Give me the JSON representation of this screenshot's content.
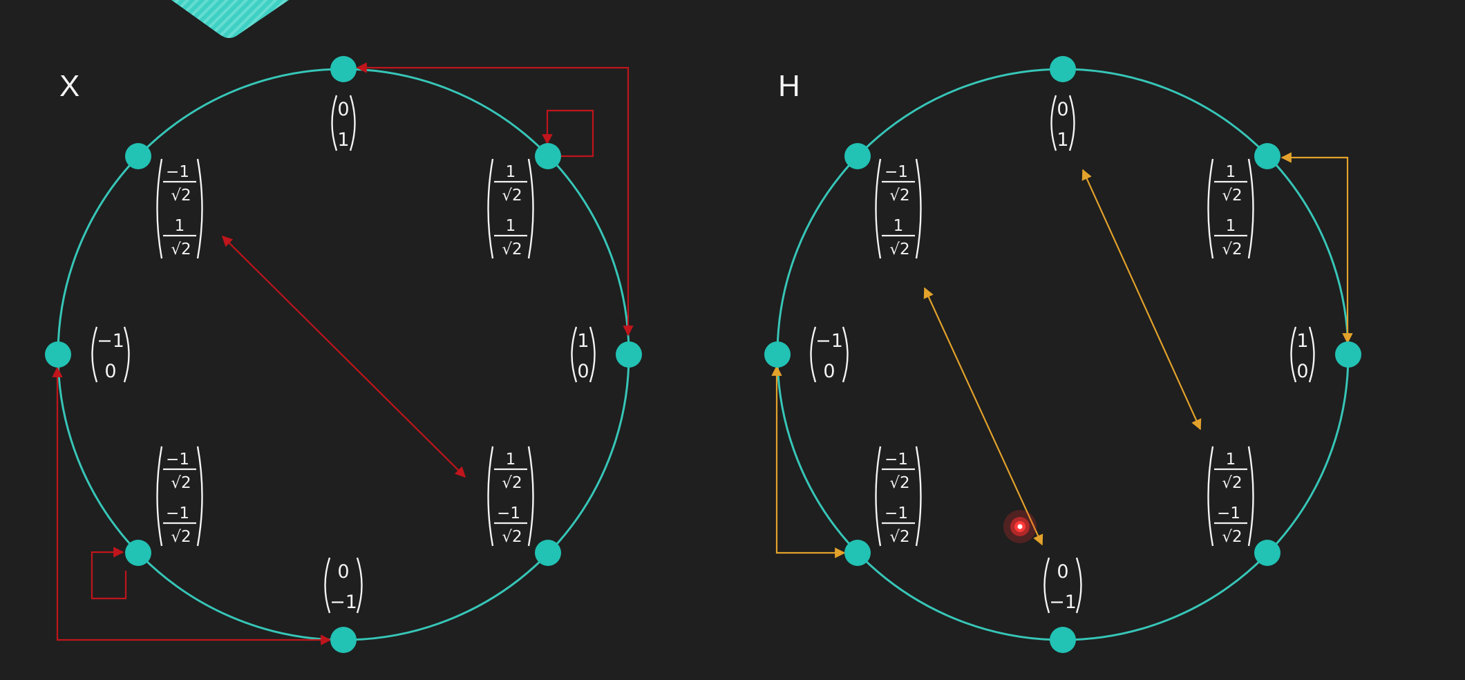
{
  "colors": {
    "background": "#1f1f1f",
    "circle": "#37c6b8",
    "node": "#22c2b4",
    "x_arrow": "#c0151c",
    "h_arrow": "#e3a22b",
    "logo": "#3fd0c4",
    "cursor": "#ff2d2d"
  },
  "logo": {
    "icon": "striped-teal-logo-icon"
  },
  "panels": [
    {
      "id": "x",
      "title": "X",
      "states": [
        {
          "id": "up",
          "top": "0",
          "bottom": "1"
        },
        {
          "id": "up-right",
          "top": "1/√2",
          "bottom": "1/√2"
        },
        {
          "id": "right",
          "top": "1",
          "bottom": "0"
        },
        {
          "id": "down-right",
          "top": "1/√2",
          "bottom": "−1/√2"
        },
        {
          "id": "down",
          "top": "0",
          "bottom": "−1"
        },
        {
          "id": "down-left",
          "top": "−1/√2",
          "bottom": "−1/√2"
        },
        {
          "id": "left",
          "top": "−1",
          "bottom": "0"
        },
        {
          "id": "up-left",
          "top": "−1/√2",
          "bottom": "1/√2"
        }
      ],
      "mappings": [
        {
          "from": "(1, 0)",
          "to": "(0, 1)"
        },
        {
          "from": "(1/√2, 1/√2)",
          "to": "(1/√2, 1/√2)"
        },
        {
          "from": "(−1/√2, 1/√2)",
          "to": "(1/√2, −1/√2)"
        },
        {
          "from": "(−1/√2, −1/√2)",
          "to": "(−1/√2, −1/√2)"
        },
        {
          "from": "(−1, 0)",
          "to": "(0, −1)"
        }
      ]
    },
    {
      "id": "h",
      "title": "H",
      "states": [
        {
          "id": "up",
          "top": "0",
          "bottom": "1"
        },
        {
          "id": "up-right",
          "top": "1/√2",
          "bottom": "1/√2"
        },
        {
          "id": "right",
          "top": "1",
          "bottom": "0"
        },
        {
          "id": "down-right",
          "top": "1/√2",
          "bottom": "−1/√2"
        },
        {
          "id": "down",
          "top": "0",
          "bottom": "−1"
        },
        {
          "id": "down-left",
          "top": "−1/√2",
          "bottom": "−1/√2"
        },
        {
          "id": "left",
          "top": "−1",
          "bottom": "0"
        },
        {
          "id": "up-left",
          "top": "−1/√2",
          "bottom": "1/√2"
        }
      ],
      "mappings": [
        {
          "from": "(1/√2, 1/√2)",
          "to": "(1, 0)"
        },
        {
          "from": "(0, 1)",
          "to": "(1/√2, −1/√2)"
        },
        {
          "from": "(−1/√2, 1/√2)",
          "to": "(0, −1)"
        },
        {
          "from": "(−1/√2, −1/√2)",
          "to": "(−1, 0)"
        }
      ]
    }
  ]
}
